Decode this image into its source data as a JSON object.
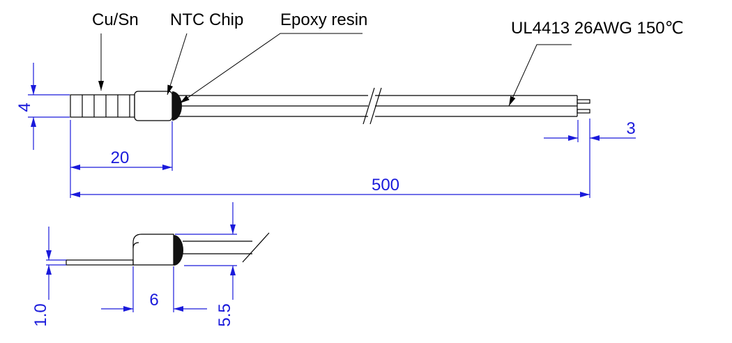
{
  "labels": {
    "plating": "Cu/Sn",
    "chip": "NTC Chip",
    "coating": "Epoxy resin",
    "wire": "UL4413 26AWG  150℃"
  },
  "dimensions": {
    "height": "4",
    "body_length": "20",
    "total_length": "500",
    "strip_length": "3",
    "side_thickness": "1.0",
    "side_length": "6",
    "side_height": "5.5"
  },
  "colors": {
    "dimension": "#1a1adb",
    "outline": "#000000",
    "epoxy": "#111111"
  }
}
